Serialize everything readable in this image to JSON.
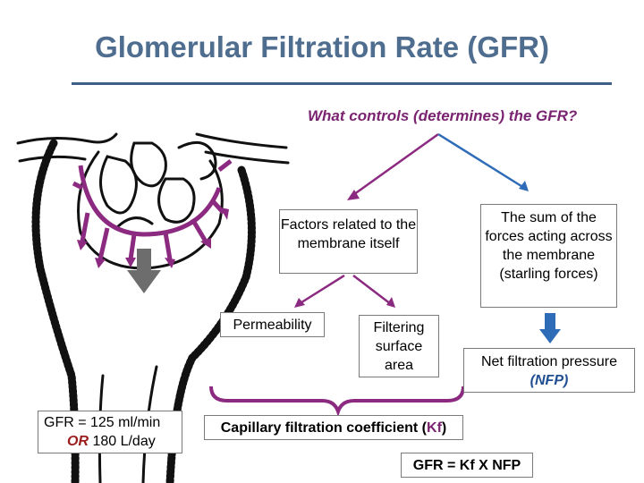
{
  "title": "Glomerular Filtration Rate (GFR)",
  "question": "What controls (determines) the GFR?",
  "membrane_factors": "Factors related to the membrane itself",
  "starling_forces": "The sum of the forces acting across the membrane (starling forces)",
  "permeability": "Permeability",
  "surface_area": "Filtering surface area",
  "nfp": {
    "label": "Net filtration pressure",
    "abbr": "(NFP)"
  },
  "gfr_value": {
    "line1": "GFR = 125 ml/min",
    "or_word": "OR",
    "line2_rest": " 180 L/day"
  },
  "kf": {
    "prefix": "Capillary filtration coefficient (",
    "letter": "Kf",
    "suffix": ")"
  },
  "equation": "GFR = Kf X NFP",
  "colors": {
    "title": "#4f6d8f",
    "accent_purple": "#7a2370",
    "arrow_blue": "#2f6cb7",
    "gray_arrow": "#6d6d6d"
  }
}
